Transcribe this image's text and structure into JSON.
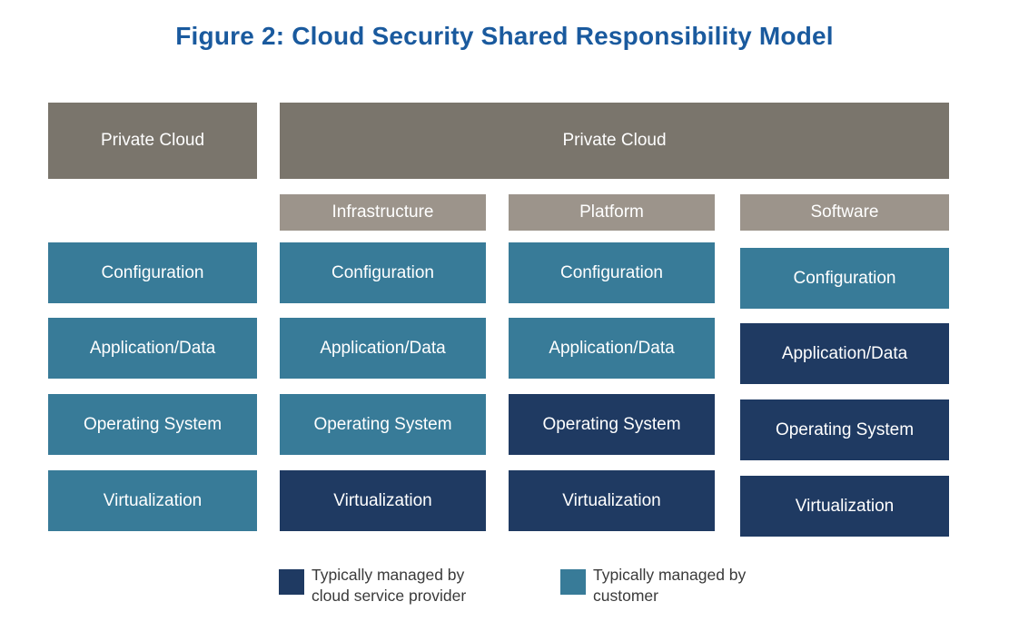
{
  "title": "Figure 2: Cloud Security Shared Responsibility Model",
  "colors": {
    "title_blue": "#1a5a9e",
    "header_gray": "#7a756c",
    "subheader_gray": "#9c948b",
    "teal": "#387b98",
    "navy": "#1f3a62",
    "legend_text": "#3a3a3a"
  },
  "headers": {
    "left": "Private Cloud",
    "right": "Private Cloud",
    "subheaders": [
      "Infrastructure",
      "Platform",
      "Software"
    ]
  },
  "grid": {
    "columns": [
      {
        "name": "private-cloud",
        "cells": [
          {
            "label": "Configuration",
            "managed_by": "customer"
          },
          {
            "label": "Application/Data",
            "managed_by": "customer"
          },
          {
            "label": "Operating System",
            "managed_by": "customer"
          },
          {
            "label": "Virtualization",
            "managed_by": "customer"
          }
        ]
      },
      {
        "name": "infrastructure",
        "cells": [
          {
            "label": "Configuration",
            "managed_by": "customer"
          },
          {
            "label": "Application/Data",
            "managed_by": "customer"
          },
          {
            "label": "Operating System",
            "managed_by": "customer"
          },
          {
            "label": "Virtualization",
            "managed_by": "provider"
          }
        ]
      },
      {
        "name": "platform",
        "cells": [
          {
            "label": "Configuration",
            "managed_by": "customer"
          },
          {
            "label": "Application/Data",
            "managed_by": "customer"
          },
          {
            "label": "Operating System",
            "managed_by": "provider"
          },
          {
            "label": "Virtualization",
            "managed_by": "provider"
          }
        ]
      },
      {
        "name": "software",
        "cells": [
          {
            "label": "Configuration",
            "managed_by": "customer"
          },
          {
            "label": "Application/Data",
            "managed_by": "provider"
          },
          {
            "label": "Operating System",
            "managed_by": "provider"
          },
          {
            "label": "Virtualization",
            "managed_by": "provider"
          }
        ]
      }
    ]
  },
  "legend": [
    {
      "key": "provider",
      "label": "Typically managed by cloud service provider"
    },
    {
      "key": "customer",
      "label": "Typically managed by customer"
    }
  ]
}
